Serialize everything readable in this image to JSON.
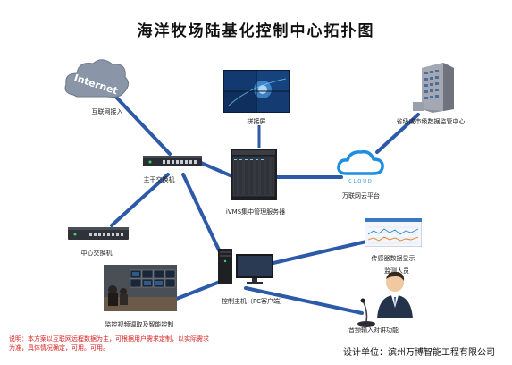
{
  "title": "海洋牧场陆基化控制中心拓扑图",
  "nodes": {
    "internet": {
      "cloud_text": "Internet",
      "label": "互联网接入"
    },
    "video_wall": {
      "label": "拼接屏"
    },
    "monitoring_center": {
      "label": "省级或市级数据监管中心"
    },
    "core_switch": {
      "label": "主干交换机"
    },
    "ivms_server": {
      "label": "iVMS集中管理服务器"
    },
    "cloud_platform": {
      "cloud_text": "CLOUD",
      "label": "万联网云平台"
    },
    "center_switch": {
      "label": "中心交换机"
    },
    "sensor_monitor": {
      "label": "传感器数据显示"
    },
    "video_control": {
      "label": "监控视频调取及智能控制"
    },
    "control_host": {
      "label": "控制主机（PC客户端）"
    },
    "operator": {
      "label": "监测人员"
    },
    "voice_input": {
      "label": "音频输入对讲功能"
    }
  },
  "note": "说明：本方案以互联网远程数据为主，可根据用户需求定制，以实际需求为准，具体情况确定，可用。可用。",
  "footer": {
    "label": "设计单位：",
    "company": "滨州万博智能工程有限公司"
  },
  "colors": {
    "link": "#2d5aa8",
    "note": "#d81e1e",
    "cloud_blue": "#1e8ee0"
  }
}
